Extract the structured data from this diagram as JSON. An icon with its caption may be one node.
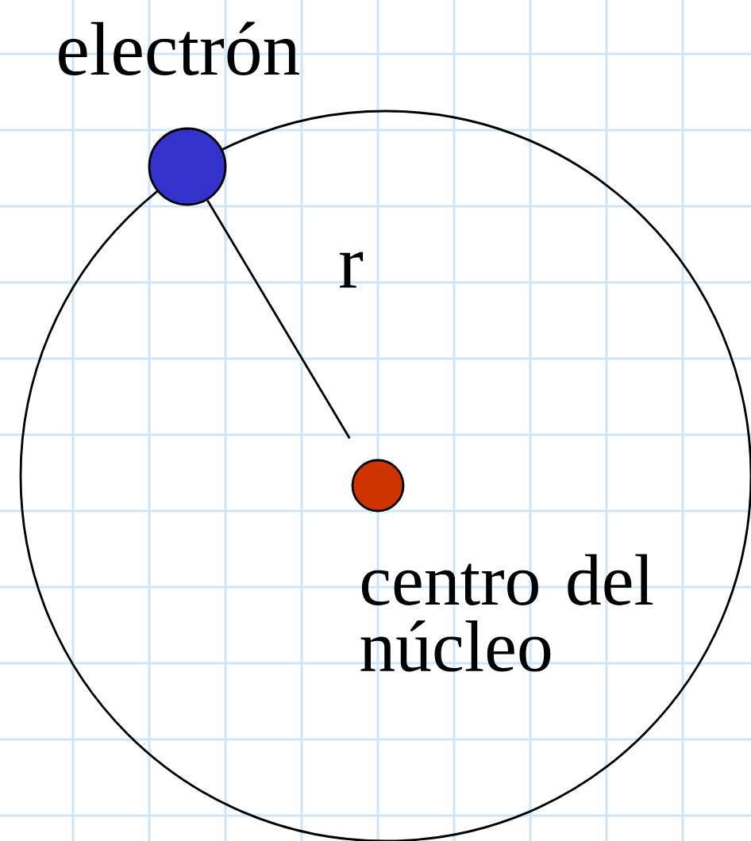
{
  "diagram": {
    "nodes": [
      {
        "text": [],
        "shape": "circle",
        "beside": [
          "electrón"
        ]
      },
      {
        "text": [],
        "shape": "circle",
        "beside": [
          "centro del núcleo"
        ]
      }
    ],
    "edges": [
      {
        "from": 0,
        "to": 1,
        "arrow": "none",
        "label": "r"
      }
    ]
  }
}
